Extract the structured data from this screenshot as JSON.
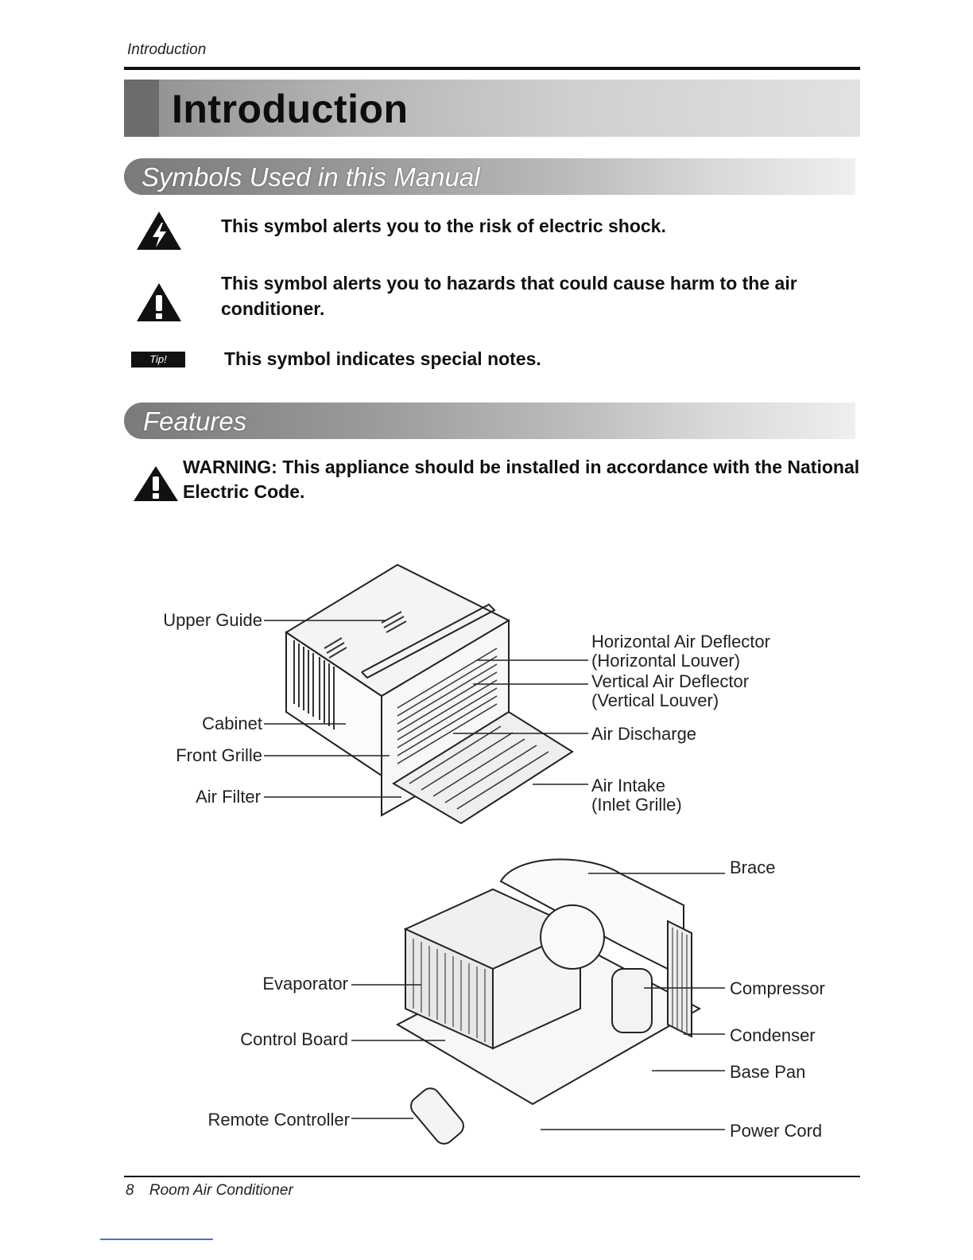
{
  "running_head": "Introduction",
  "page_title": "Introduction",
  "sections": {
    "symbols_title": "Symbols Used in this Manual",
    "features_title": "Features"
  },
  "symbols": [
    {
      "icon": "electric-shock-warning-icon",
      "text": "This symbol alerts you to the risk of electric shock."
    },
    {
      "icon": "caution-exclamation-icon",
      "text": "This symbol alerts you to hazards that could cause harm to the air conditioner."
    },
    {
      "icon": "tip-badge",
      "badge": "Tip!",
      "text": "This symbol indicates special notes."
    }
  ],
  "warning": "WARNING: This appliance should be installed in accordance with the National Electric Code.",
  "diagram_front": {
    "labels": {
      "upper_guide": "Upper Guide",
      "cabinet": "Cabinet",
      "front_grille": "Front Grille",
      "air_filter": "Air Filter",
      "horizontal_deflector": "Horizontal Air Deflector",
      "horizontal_louver": "(Horizontal Louver)",
      "vertical_deflector": "Vertical Air Deflector",
      "vertical_louver": "(Vertical Louver)",
      "air_discharge": "Air Discharge",
      "air_intake": "Air Intake",
      "inlet_grille": "(Inlet Grille)"
    }
  },
  "diagram_internal": {
    "labels": {
      "brace": "Brace",
      "evaporator": "Evaporator",
      "control_board": "Control Board",
      "remote_controller": "Remote Controller",
      "compressor": "Compressor",
      "condenser": "Condenser",
      "base_pan": "Base Pan",
      "power_cord": "Power Cord"
    }
  },
  "footer": {
    "page_number": "8",
    "title": "Room Air Conditioner"
  }
}
